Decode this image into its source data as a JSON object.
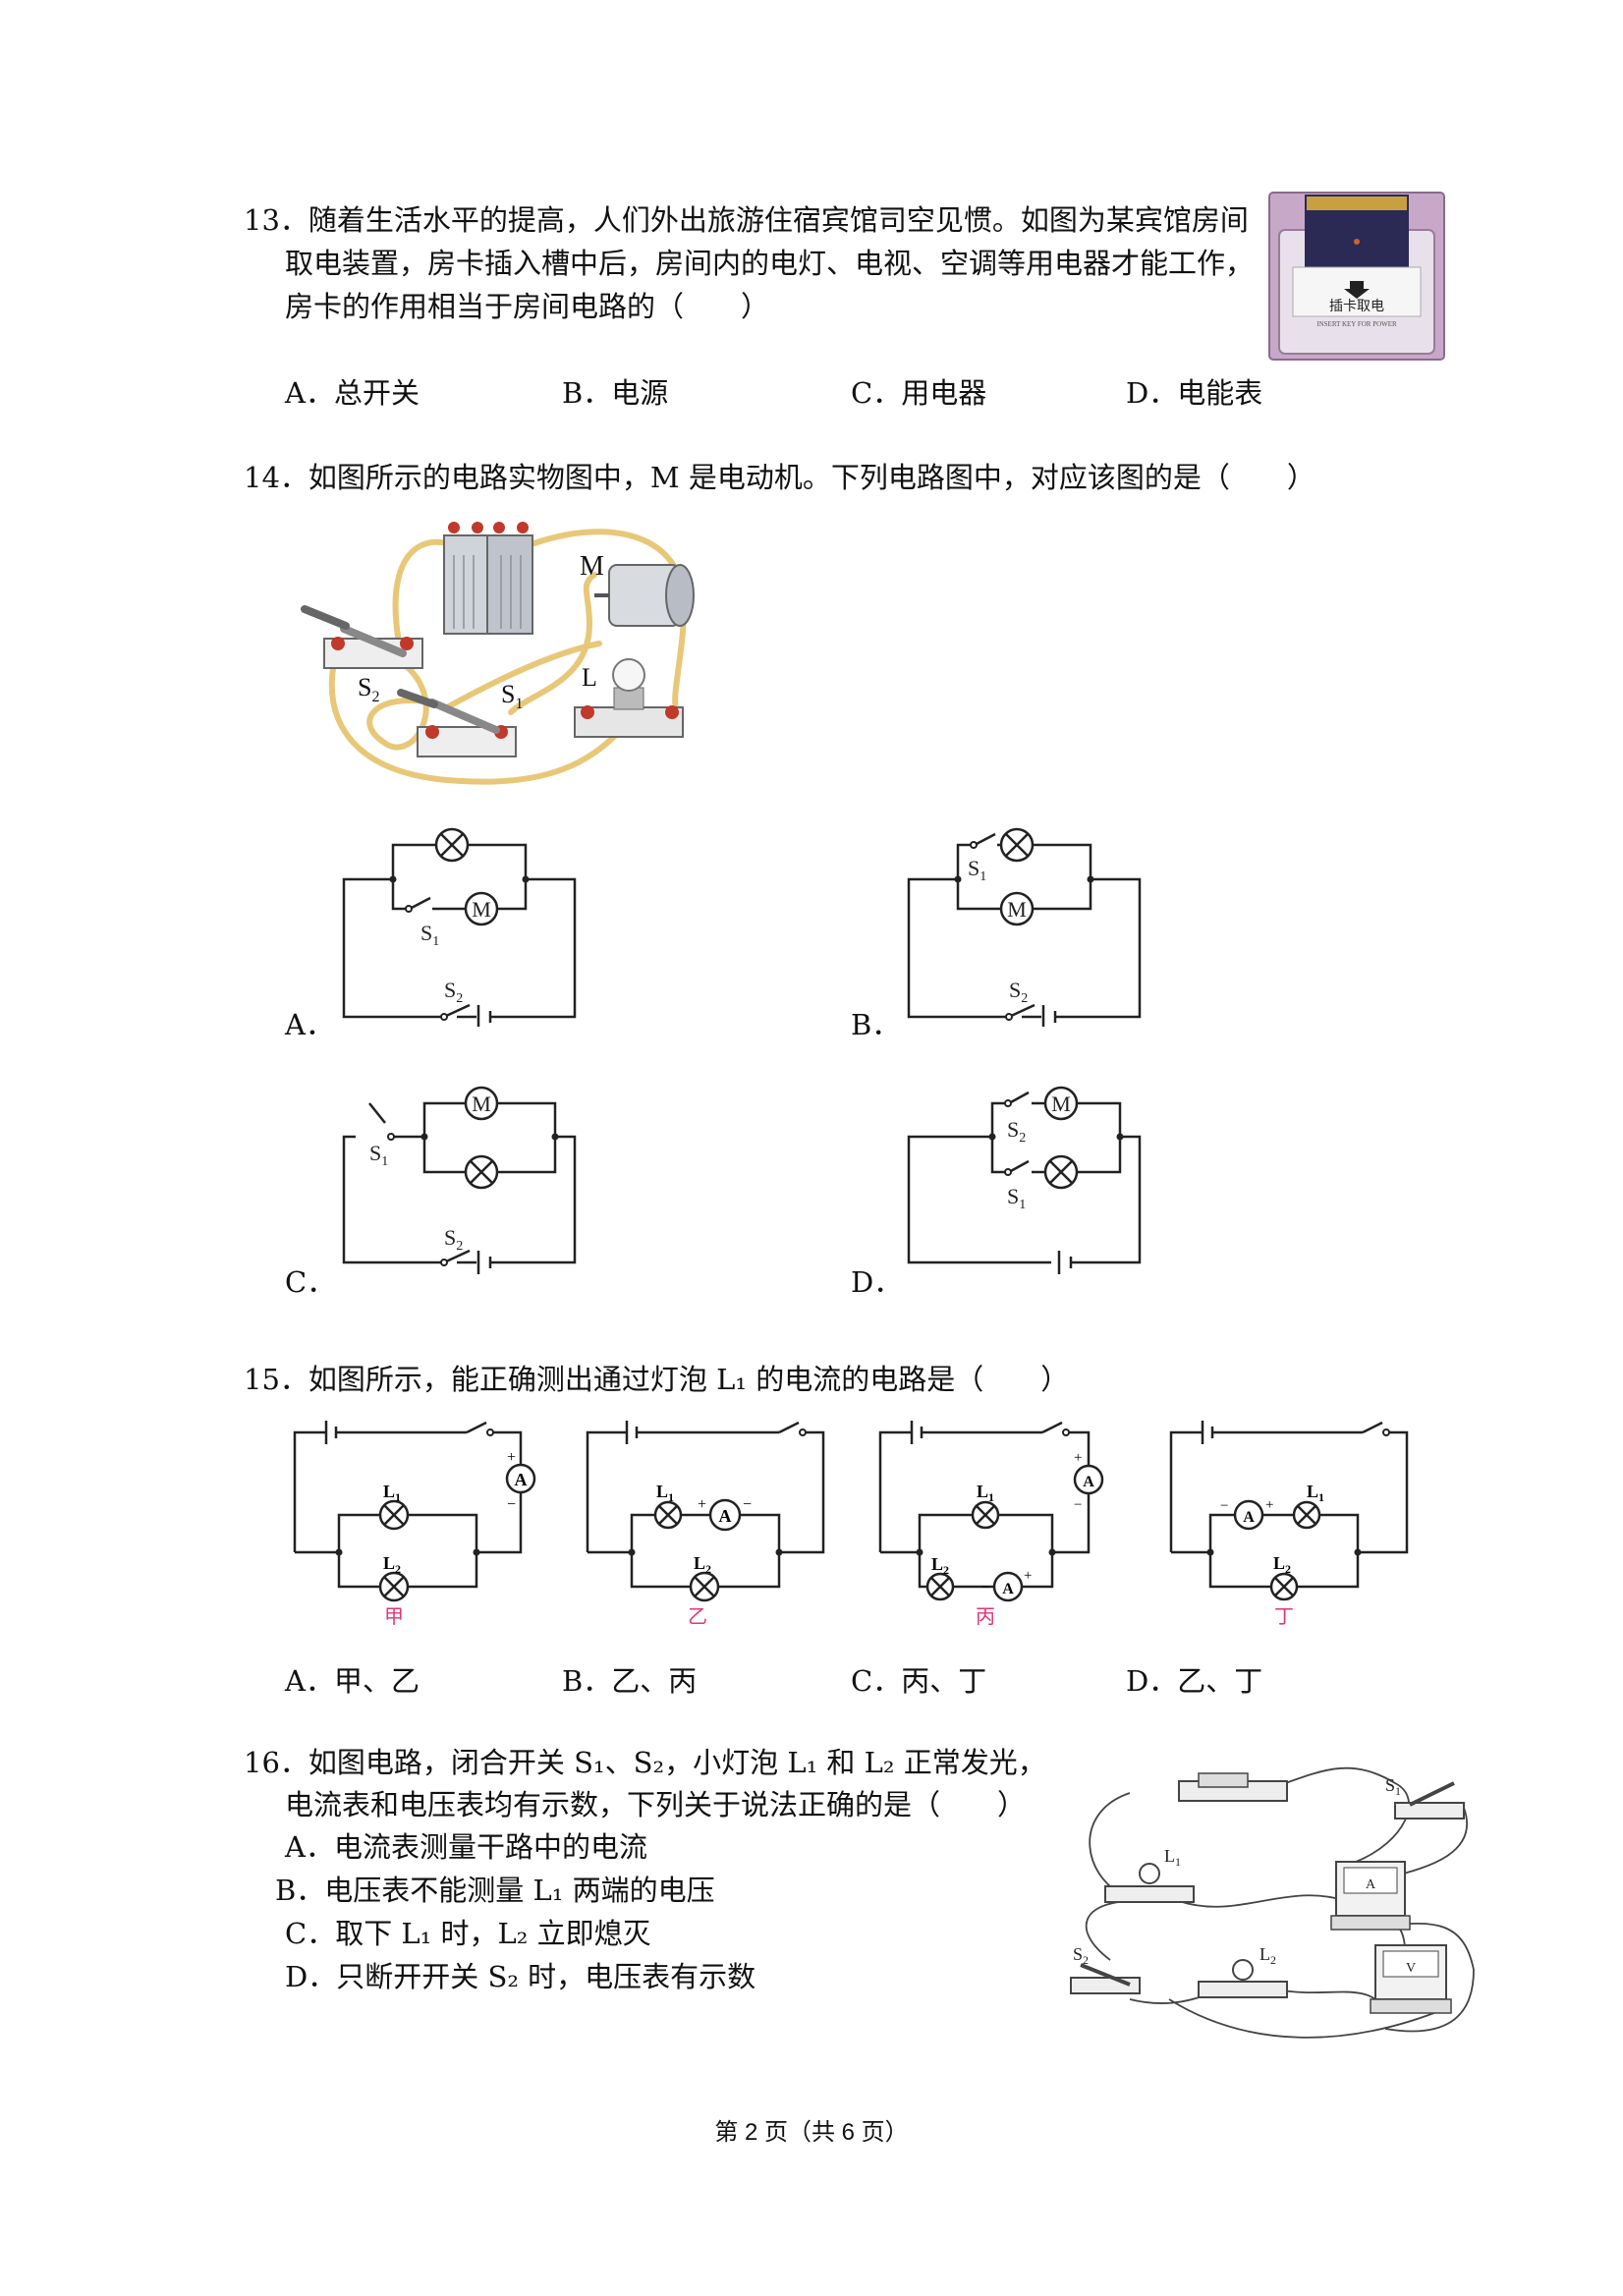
{
  "q13": {
    "line1": "13．随着生活水平的提高，人们外出旅游住宿宾馆司空见惯。如图为某宾馆房间",
    "line2": "取电装置，房卡插入槽中后，房间内的电灯、电视、空调等用电器才能工作，",
    "line3": "房卡的作用相当于房间电路的（　　）",
    "options": [
      "A．总开关",
      "B．电源",
      "C．用电器",
      "D．电能表"
    ],
    "device_label": "插卡取电",
    "device_sublabel": "INSERT KEY FOR POWER"
  },
  "q14": {
    "stem": "14．如图所示的电路实物图中，M 是电动机。下列电路图中，对应该图的是（　　）",
    "labels": {
      "m": "M",
      "s1": "S",
      "s2": "S",
      "l": "L",
      "sub1": "1",
      "sub2": "2"
    },
    "option_labels": [
      "A．",
      "B．",
      "C．",
      "D．"
    ]
  },
  "q15": {
    "stem": "15．如图所示，能正确测出通过灯泡 L₁ 的电流的电路是（　　）",
    "circuit_names": [
      "甲",
      "乙",
      "丙",
      "丁"
    ],
    "options": [
      "A．甲、乙",
      "B．乙、丙",
      "C．丙、丁",
      "D．乙、丁"
    ],
    "labels": {
      "L": "L",
      "A": "A",
      "plus": "+",
      "minus": "−"
    }
  },
  "q16": {
    "line1": "16．如图电路，闭合开关 S₁、S₂，小灯泡 L₁ 和 L₂ 正常发光，",
    "line2": "电流表和电压表均有示数，下列关于说法正确的是（　　）",
    "options": [
      "A．电流表测量干路中的电流",
      "B．电压表不能测量 L₁ 两端的电压",
      "C．取下 L₁ 时，L₂ 立即熄灭",
      "D．只断开开关 S₂ 时，电压表有示数"
    ],
    "labels": {
      "s": "S",
      "l": "L",
      "v": "V",
      "a": "A",
      "sub1": "1",
      "sub2": "2"
    }
  },
  "footer": {
    "text": "第 2 页（共 6 页）"
  },
  "colors": {
    "text": "#111111",
    "pink": "#e0357a",
    "wire": "#e8c878",
    "circuit": "#222222"
  }
}
